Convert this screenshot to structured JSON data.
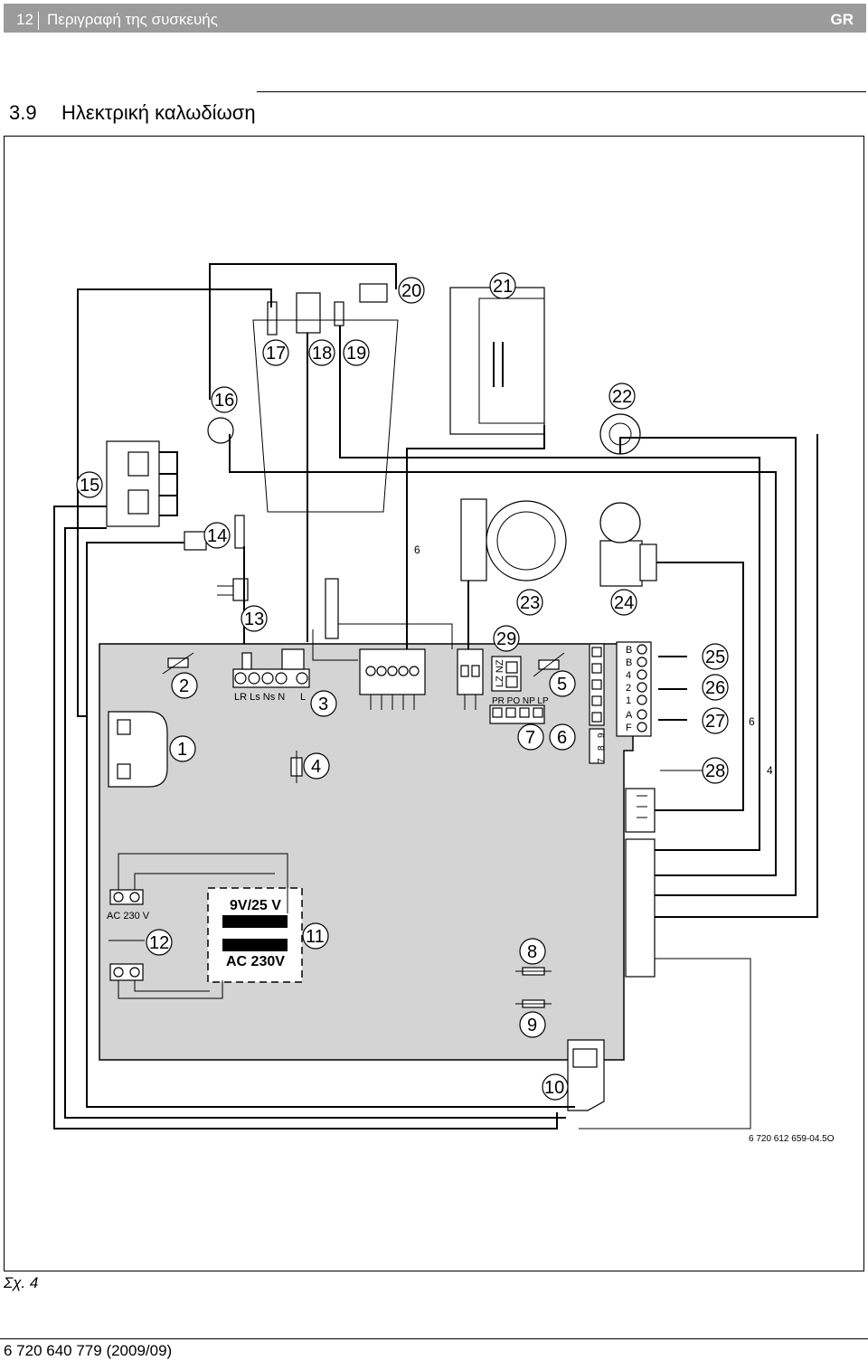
{
  "header": {
    "page_number": "12",
    "title": "Περιγραφή της συσκευής",
    "language": "GR"
  },
  "section": {
    "number": "3.9",
    "title": "Ηλεκτρική καλωδίωση"
  },
  "diagram": {
    "callouts": [
      "1",
      "2",
      "3",
      "4",
      "5",
      "6",
      "7",
      "8",
      "9",
      "10",
      "11",
      "12",
      "13",
      "14",
      "15",
      "16",
      "17",
      "18",
      "19",
      "20",
      "21",
      "22",
      "23",
      "24",
      "25",
      "26",
      "27",
      "28",
      "29"
    ],
    "terminal_labels": "LR Ls Ns N",
    "terminal_l": "L",
    "connector_labels": "PR PO NP LP",
    "lz_nz": "LZ NZ",
    "bus_labels": [
      "B",
      "B",
      "4",
      "2",
      "1",
      "A",
      "F"
    ],
    "pin_labels": [
      "9",
      "8",
      "7"
    ],
    "transformer_top": "9V/25 V",
    "transformer_bottom": "AC 230V",
    "mains_label": "AC 230 V",
    "wire_count_6a": "6",
    "wire_count_6b": "6",
    "wire_count_4": "4",
    "drawing_number": "6 720 612 659-04.5O"
  },
  "figure_caption": "Σχ. 4",
  "footer": {
    "document_number": "6 720 640 779 (2009/09)"
  }
}
